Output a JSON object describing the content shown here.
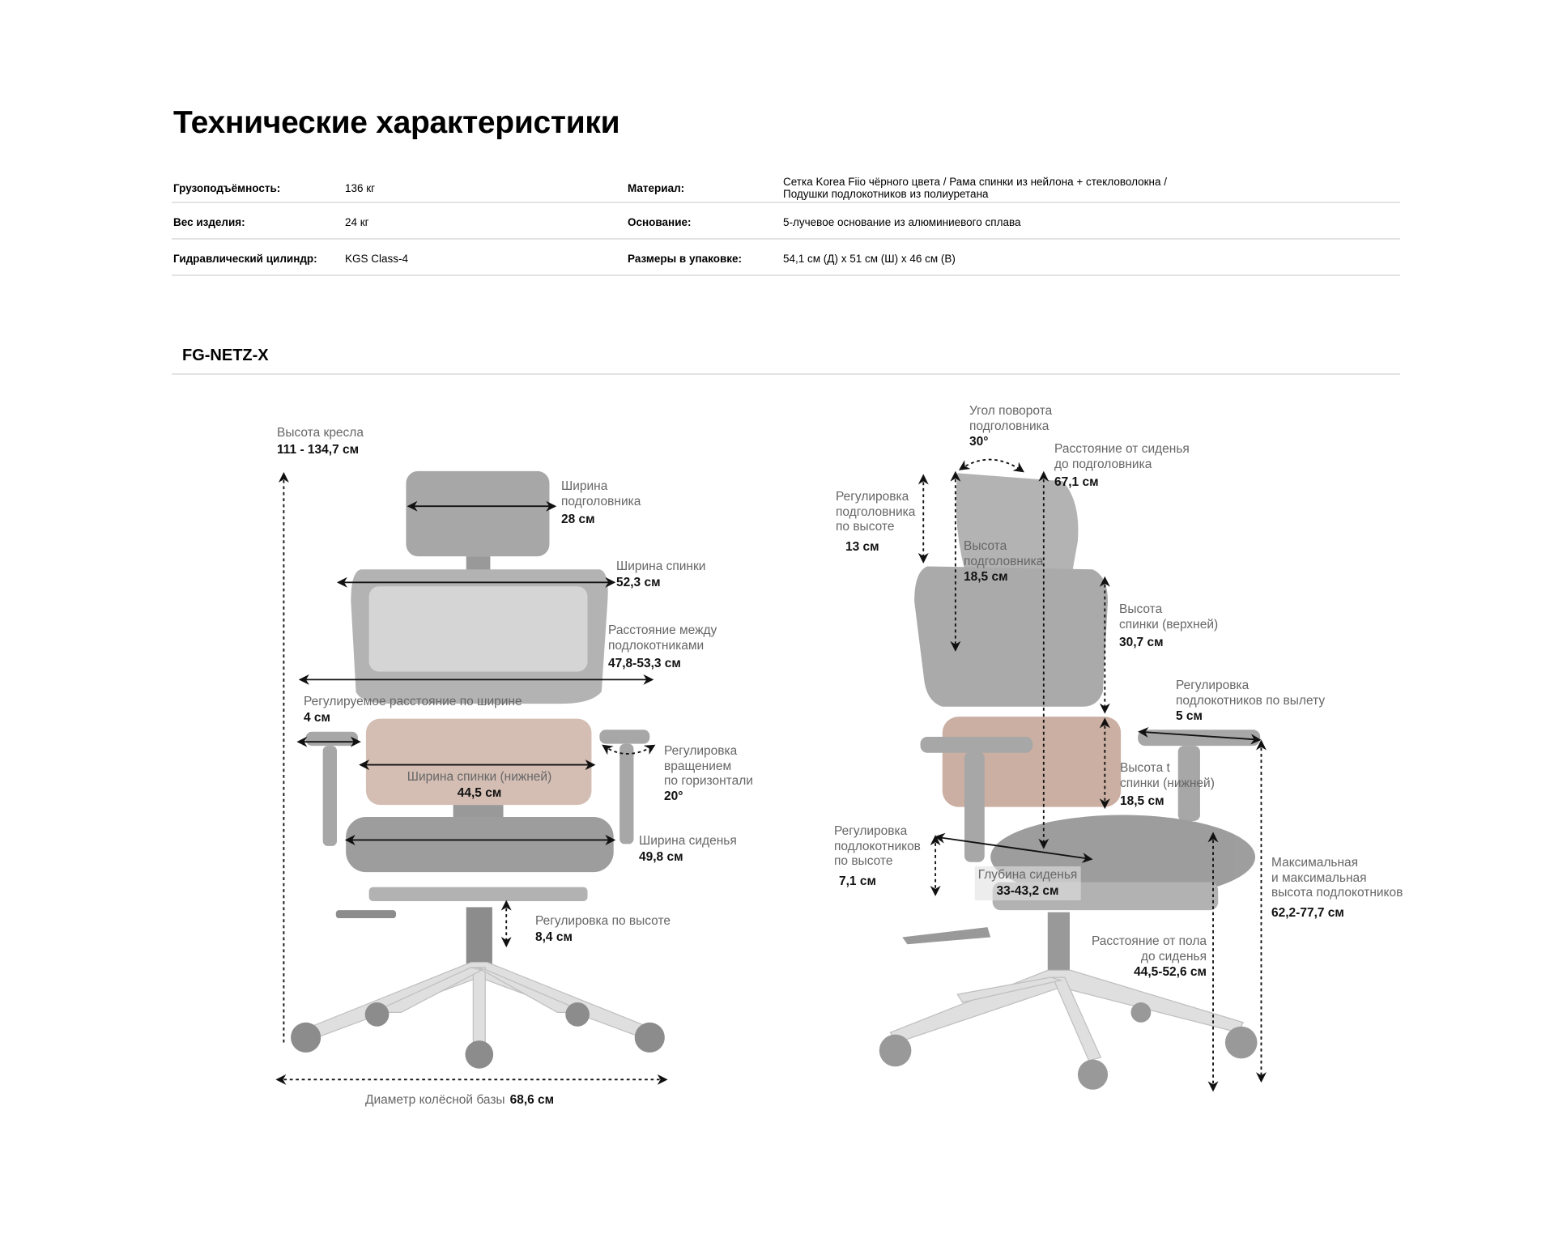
{
  "title": "Технические характеристики",
  "specs": [
    {
      "k1": "Грузоподъёмность:",
      "v1": "136 кг",
      "k2": "Материал:",
      "v2a": "Сетка Korea Fiio чёрного цвета / Рама спинки из нейлона + стекловолокна /",
      "v2b": "Подушки подлокотников из полиуретана"
    },
    {
      "k1": "Вес изделия:",
      "v1": "24 кг",
      "k2": "Основание:",
      "v2": "5-лучевое основание из алюминиевого сплава"
    },
    {
      "k1": "Гидравлический цилиндр:",
      "v1": "KGS Class-4",
      "k2": "Размеры в упаковке:",
      "v2": "54,1 см (Д) x 51 см (Ш) x 46 см (В)"
    }
  ],
  "model": "FG-NETZ-X",
  "front": {
    "chair_height": {
      "l1": "Высота кресла",
      "v": "111 - 134,7 см"
    },
    "headrest_width": {
      "l1": "Ширина",
      "l2": "подголовника",
      "v": "28 см"
    },
    "back_width": {
      "l1": "Ширина спинки",
      "v": "52,3 см"
    },
    "armrest_distance": {
      "l1": "Расстояние между",
      "l2": "подлокотниками",
      "v": "47,8-53,3 см"
    },
    "width_adjust": {
      "l1": "Регулируемое расстояние по ширине",
      "v": "4 см"
    },
    "rotation": {
      "l1": "Регулировка",
      "l2": "вращением",
      "l3": "по горизонтали",
      "v": "20°"
    },
    "lower_back_width": {
      "l1": "Ширина спинки (нижней)",
      "v": "44,5 см"
    },
    "seat_width": {
      "l1": "Ширина сиденья",
      "v": "49,8 см"
    },
    "height_adjust": {
      "l1": "Регулировка по высоте",
      "v": "8,4 см"
    },
    "base_diameter": {
      "l1": "Диаметр колёсной базы",
      "v": "68,6 см"
    }
  },
  "side": {
    "headrest_angle": {
      "l1": "Угол поворота",
      "l2": "подголовника",
      "v": "30°"
    },
    "seat_to_headrest": {
      "l1": "Расстояние от сиденья",
      "l2": "до подголовника",
      "v": "67,1 см"
    },
    "headrest_height_adj": {
      "l1": "Регулировка",
      "l2": "подголовника",
      "l3": "по высоте",
      "v": "13 см"
    },
    "headrest_height": {
      "l1": "Высота",
      "l2": "подголовника",
      "v": "18,5 см"
    },
    "upper_back_height": {
      "l1": "Высота",
      "l2": "спинки (верхней)",
      "v": "30,7 см"
    },
    "armrest_depth": {
      "l1": "Регулировка",
      "l2": "подлокотников по вылету",
      "v": "5 см"
    },
    "lower_back_height": {
      "l1": "Высота t",
      "l2": "спинки (нижней)",
      "v": "18,5 см"
    },
    "armrest_height_adj": {
      "l1": "Регулировка",
      "l2": "подлокотников",
      "l3": "по высоте",
      "v": "7,1 см"
    },
    "seat_depth": {
      "l1": "Глубина сиденья",
      "v": "33-43,2 см"
    },
    "armrest_max_height": {
      "l1": "Максимальная",
      "l2": "и максимальная",
      "l3": "высота подлокотников",
      "v": "62,2-77,7 см"
    },
    "floor_to_seat": {
      "l1": "Расстояние от пола",
      "l2": "до сиденья",
      "v": "44,5-52,6 см"
    }
  },
  "colors": {
    "text": "#000000",
    "label": "#666666",
    "chair": "#8a8a8a",
    "lumbar": "#a0705a",
    "divider": "#e3e3e3"
  }
}
